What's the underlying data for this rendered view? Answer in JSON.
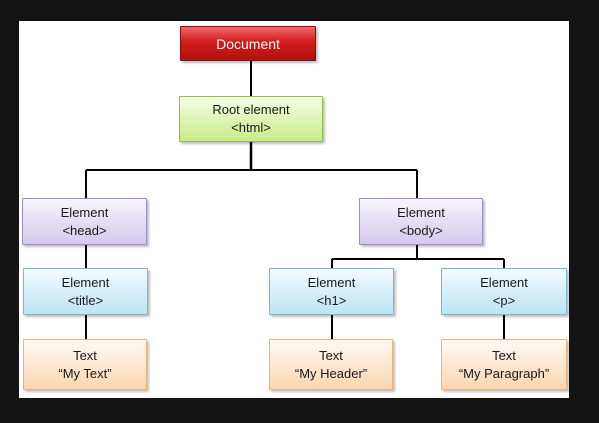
{
  "diagram": {
    "nodes": {
      "document": {
        "lines": [
          "Document"
        ]
      },
      "root": {
        "lines": [
          "Root element",
          "<html>"
        ]
      },
      "head": {
        "lines": [
          "Element",
          "<head>"
        ]
      },
      "body": {
        "lines": [
          "Element",
          "<body>"
        ]
      },
      "title": {
        "lines": [
          "Element",
          "<title>"
        ]
      },
      "h1": {
        "lines": [
          "Element",
          "<h1>"
        ]
      },
      "p": {
        "lines": [
          "Element",
          "<p>"
        ]
      },
      "text_title": {
        "lines": [
          "Text",
          "“My Text”"
        ]
      },
      "text_h1": {
        "lines": [
          "Text",
          "“My Header”"
        ]
      },
      "text_p": {
        "lines": [
          "Text",
          "“My Paragraph”"
        ]
      }
    },
    "edges": [
      [
        "document",
        "root"
      ],
      [
        "root",
        "head"
      ],
      [
        "root",
        "body"
      ],
      [
        "head",
        "title"
      ],
      [
        "title",
        "text_title"
      ],
      [
        "body",
        "h1"
      ],
      [
        "body",
        "p"
      ],
      [
        "h1",
        "text_h1"
      ],
      [
        "p",
        "text_p"
      ]
    ],
    "colors": {
      "document": "#d11c1c",
      "root": "#dcf4b0",
      "element_head_body": "#e4dcf3",
      "element_children": "#d5eef8",
      "text": "#fde6cf",
      "connector": "#000000"
    }
  }
}
